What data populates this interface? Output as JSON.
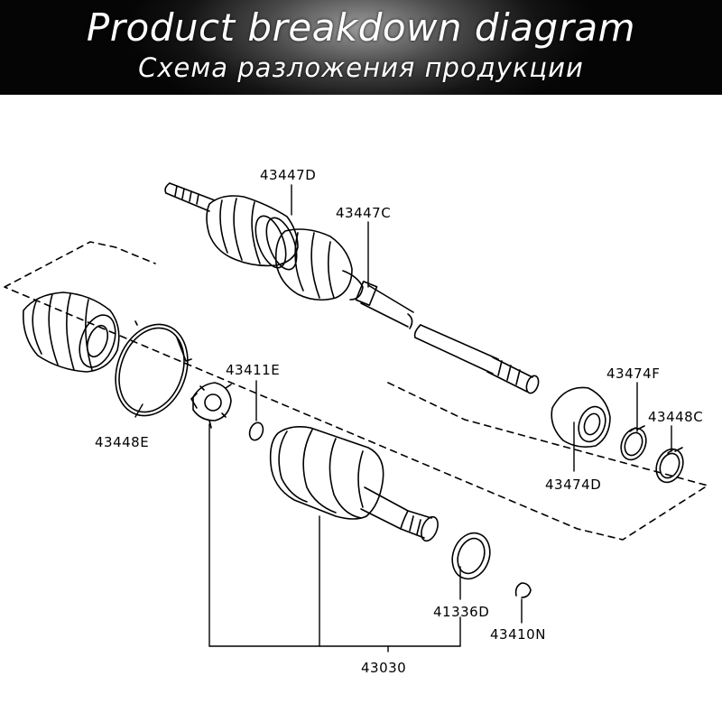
{
  "banner": {
    "title": "Product breakdown diagram",
    "subtitle": "Схема разложения продукции"
  },
  "labels": {
    "p43447D": "43447D",
    "p43447C": "43447C",
    "p43411E": "43411E",
    "p43448E": "43448E",
    "p43474F": "43474F",
    "p43448C": "43448C",
    "p43474D": "43474D",
    "p41336D": "41336D",
    "p43410N": "43410N",
    "p43030": "43030"
  },
  "colors": {
    "line": "#000000",
    "background": "#ffffff",
    "banner_text": "#ffffff"
  }
}
